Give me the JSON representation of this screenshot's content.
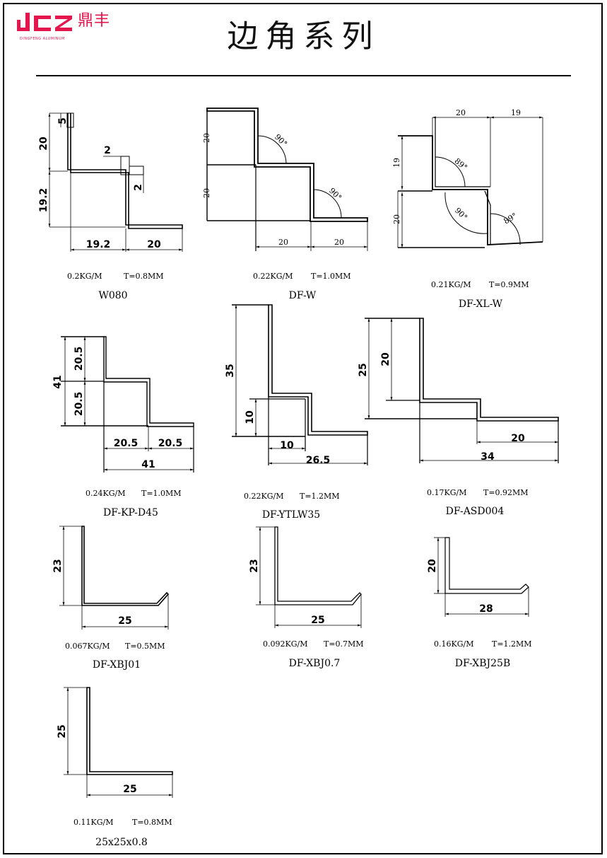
{
  "logo": {
    "letters": "dcz",
    "cn": "鼎丰",
    "en": "DINGFENG ALUMINUM",
    "color": "#e3164e"
  },
  "title": "边角系列",
  "profiles": [
    {
      "weight": "0.2KG/M",
      "thickness": "T=0.8MM",
      "name": "W080",
      "dims": [
        "5",
        "20",
        "19.2",
        "2",
        "2",
        "19.2",
        "20"
      ]
    },
    {
      "weight": "0.22KG/M",
      "thickness": "T=1.0MM",
      "name": "DF-W",
      "dims": [
        "20",
        "20",
        "20",
        "20"
      ],
      "angles": [
        "90°",
        "90°"
      ]
    },
    {
      "weight": "0.21KG/M",
      "thickness": "T=0.9MM",
      "name": "DF-XL-W",
      "dims": [
        "20",
        "19",
        "19",
        "20"
      ],
      "angles": [
        "89°",
        "90°",
        "89°"
      ]
    },
    {
      "weight": "0.24KG/M",
      "thickness": "T=1.0MM",
      "name": "DF-KP-D45",
      "dims": [
        "41",
        "20.5",
        "20.5",
        "20.5",
        "20.5",
        "41"
      ]
    },
    {
      "weight": "0.22KG/M",
      "thickness": "T=1.2MM",
      "name": "DF-YTLW35",
      "dims": [
        "35",
        "10",
        "10",
        "26.5"
      ]
    },
    {
      "weight": "0.17KG/M",
      "thickness": "T=0.92MM",
      "name": "DF-ASD004",
      "dims": [
        "25",
        "20",
        "20",
        "34"
      ]
    },
    {
      "weight": "0.067KG/M",
      "thickness": "T=0.5MM",
      "name": "DF-XBJ01",
      "dims": [
        "23",
        "25"
      ]
    },
    {
      "weight": "0.092KG/M",
      "thickness": "T=0.7MM",
      "name": "DF-XBJ0.7",
      "dims": [
        "23",
        "25"
      ]
    },
    {
      "weight": "0.16KG/M",
      "thickness": "T=1.2MM",
      "name": "DF-XBJ25B",
      "dims": [
        "20",
        "28"
      ]
    },
    {
      "weight": "0.11KG/M",
      "thickness": "T=0.8MM",
      "name": "25x25x0.8",
      "dims": [
        "25",
        "25"
      ]
    }
  ]
}
